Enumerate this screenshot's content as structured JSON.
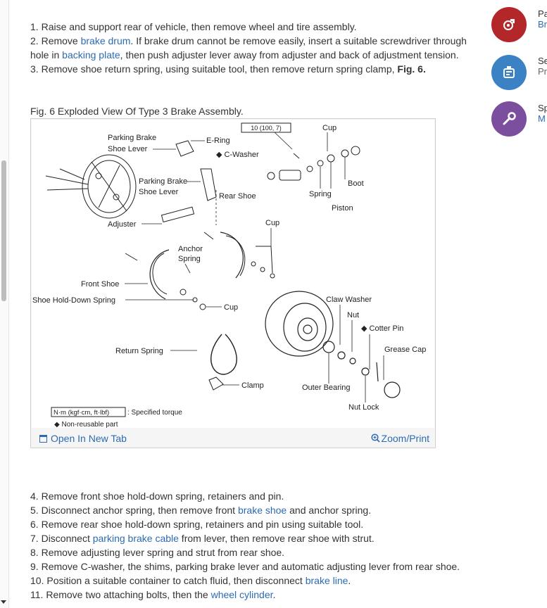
{
  "steps_top": [
    {
      "num": "1.",
      "parts": [
        {
          "t": "Raise and support rear of vehicle, then remove wheel and tire assembly."
        }
      ]
    },
    {
      "num": "2.",
      "parts": [
        {
          "t": "Remove "
        },
        {
          "t": "brake drum",
          "link": true
        },
        {
          "t": ". If brake drum cannot be remove easily, insert a suitable screwdriver through hole in "
        },
        {
          "t": "backing plate",
          "link": true
        },
        {
          "t": ", then push adjuster lever away from adjuster and back of adjustment tension."
        }
      ]
    },
    {
      "num": "3.",
      "parts": [
        {
          "t": "Remove shoe return spring, using suitable tool, then remove return spring clamp, "
        },
        {
          "t": "Fig. 6.",
          "bold": true
        }
      ]
    }
  ],
  "figure": {
    "caption": "Fig. 6 Exploded View Of Type 3 Brake Assembly.",
    "labels": {
      "torque_box": "10 (100, 7)",
      "cup_top": "Cup",
      "parking_brake_shoe_lever_1": "Parking Brake",
      "parking_brake_shoe_lever_1b": "Shoe Lever",
      "e_ring": "E-Ring",
      "c_washer": "◆ C-Washer",
      "parking_brake_shoe_lever_2": "Parking Brake",
      "parking_brake_shoe_lever_2b": "Shoe Lever",
      "rear_shoe": "Rear Shoe",
      "boot": "Boot",
      "spring": "Spring",
      "piston": "Piston",
      "adjuster": "Adjuster",
      "cup_mid": "Cup",
      "anchor_spring_1": "Anchor",
      "anchor_spring_2": "Spring",
      "front_shoe": "Front Shoe",
      "shoe_hold_down_spring": "Shoe Hold-Down Spring",
      "cup_low": "Cup",
      "claw_washer": "Claw Washer",
      "nut": "Nut",
      "cotter_pin": "◆ Cotter Pin",
      "grease_cap": "Grease Cap",
      "return_spring": "Return Spring",
      "clamp": "Clamp",
      "outer_bearing": "Outer Bearing",
      "nut_lock": "Nut Lock",
      "legend_box": "N·m (kgf·cm, ft·lbf)",
      "legend_torque": ": Specified torque",
      "legend_nonreusable": "◆  Non-reusable part"
    },
    "open_new_tab": "Open In New Tab",
    "zoom_print": "Zoom/Print"
  },
  "steps_bottom": [
    {
      "num": "4.",
      "parts": [
        {
          "t": "Remove front shoe hold-down spring, retainers and pin."
        }
      ]
    },
    {
      "num": "5.",
      "parts": [
        {
          "t": "Disconnect anchor spring, then remove front "
        },
        {
          "t": "brake shoe",
          "link": true
        },
        {
          "t": " and anchor spring."
        }
      ]
    },
    {
      "num": "6.",
      "parts": [
        {
          "t": "Remove rear shoe hold-down spring, retainers and pin using suitable tool."
        }
      ]
    },
    {
      "num": "7.",
      "parts": [
        {
          "t": "Disconnect "
        },
        {
          "t": "parking brake cable",
          "link": true
        },
        {
          "t": " from lever, then remove rear shoe with strut."
        }
      ]
    },
    {
      "num": "8.",
      "parts": [
        {
          "t": "Remove adjusting lever spring and strut from rear shoe."
        }
      ]
    },
    {
      "num": "9.",
      "parts": [
        {
          "t": "Remove C-washer, the shims, parking brake lever and automatic adjusting lever from rear shoe."
        }
      ]
    },
    {
      "num": "10.",
      "parts": [
        {
          "t": "Position a suitable container to catch fluid, then disconnect "
        },
        {
          "t": "brake line",
          "link": true
        },
        {
          "t": "."
        }
      ]
    },
    {
      "num": "11.",
      "parts": [
        {
          "t": "Remove two attaching bolts, then the "
        },
        {
          "t": "wheel cylinder",
          "link": true
        },
        {
          "t": "."
        }
      ]
    }
  ],
  "right_panel": [
    {
      "icon": "brake-caliper-icon",
      "color": "#b3262a",
      "line1": "Pa",
      "line2": "Br"
    },
    {
      "icon": "service-manual-icon",
      "color": "#3b82c4",
      "line1": "Se",
      "line2": "Pr"
    },
    {
      "icon": "wrench-icon",
      "color": "#7b4f9e",
      "line1": "Sp",
      "line2": "M"
    }
  ]
}
